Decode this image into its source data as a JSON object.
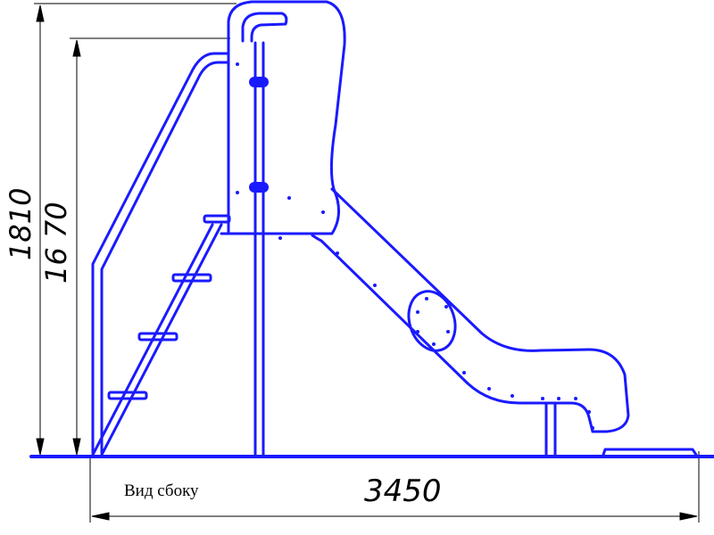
{
  "labels": {
    "height_total": "1810",
    "height_platform": "16 70",
    "length_total": "3450",
    "view_caption": "Вид сбоку"
  },
  "colors": {
    "drawing_line": "#1a1aff",
    "dimension_line": "#000000",
    "background": "#ffffff"
  }
}
